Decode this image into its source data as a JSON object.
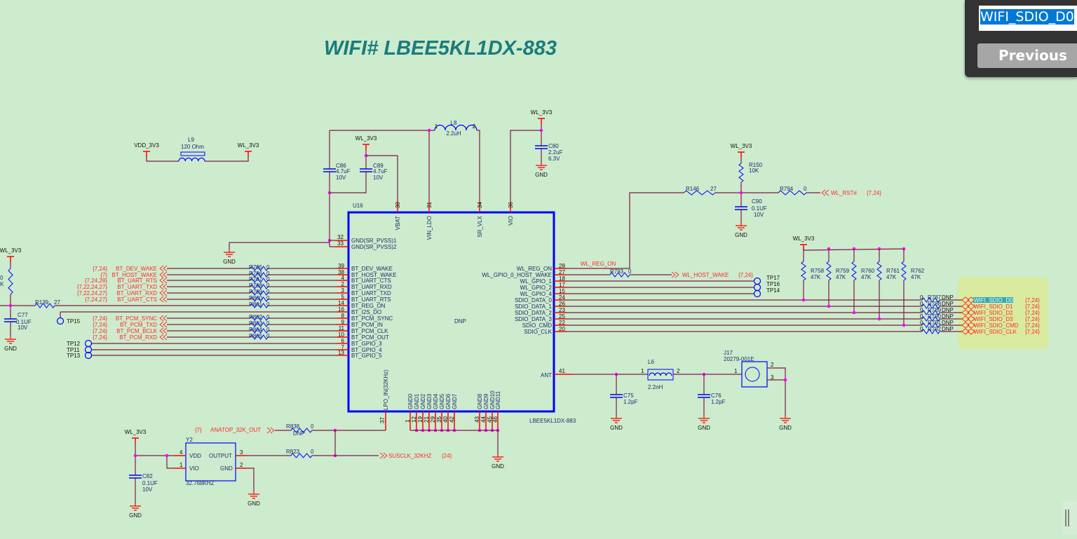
{
  "title": "WIFI# LBEE5KL1DX-883",
  "search": {
    "value": "WIFI_SDIO_D0",
    "previous_label": "Previous"
  },
  "colors": {
    "background": "#cdebcd",
    "wire": "#7b1c45",
    "pin": "#ff0000",
    "component": "#0000ff",
    "junction": "#ff00ff",
    "net_label": "#ff2a2a",
    "highlight_region": "#d8eb9e",
    "search_highlight": "#0078d7"
  },
  "u16": {
    "ref": "U16",
    "part": "LBEE5KL1DX-883",
    "dnp": "DNP",
    "top_pins": [
      {
        "num": "30",
        "name": "VBAT"
      },
      {
        "num": "31",
        "name": "VIN_LDO"
      },
      {
        "num": "34",
        "name": "SR_VLX"
      },
      {
        "num": "36",
        "name": "VIO"
      }
    ],
    "gnd_pins": [
      {
        "num": "32",
        "name": "GND(SR_PVSS)1"
      },
      {
        "num": "33",
        "name": "GND(SR_PVSS)2"
      }
    ],
    "left_pins": [
      {
        "num": "39",
        "name": "BT_DEV_WAKE",
        "net": "BT_DEV_WAKE",
        "sheets": "{7,24}",
        "ref": "R795",
        "val": "0"
      },
      {
        "num": "38",
        "name": "BT_HOST_WAKE",
        "net": "BT_HOST_WAKE",
        "sheets": "{7}",
        "ref": "R796",
        "val": "0"
      },
      {
        "num": "4",
        "name": "BT_UART_CTS",
        "net": "BT_UART_RTS",
        "sheets": "{7,24,28}",
        "ref": "R797",
        "val": "0"
      },
      {
        "num": "2",
        "name": "BT_UART_RXD",
        "net": "BT_UART_TXD",
        "sheets": "{7,22,24,27}",
        "ref": "R798",
        "val": "0"
      },
      {
        "num": "3",
        "name": "BT_UART_TXD",
        "net": "BT_UART_RXD",
        "sheets": "{7,22,24,27}",
        "ref": "R799",
        "val": "0"
      },
      {
        "num": "5",
        "name": "BT_UART_RTS",
        "net": "BT_UART_CTS",
        "sheets": "{7,24,27}",
        "ref": "R800",
        "val": "0"
      },
      {
        "num": "14",
        "name": "BT_REG_ON",
        "ref": "R801",
        "val": "0"
      },
      {
        "num": "16",
        "name": "BT_I2S_DO",
        "tp": "TP15"
      },
      {
        "num": "8",
        "name": "BT_PCM_SYNC",
        "net": "BT_PCM_SYNC",
        "sheets": "{7,24}",
        "ref": "R802",
        "val": "0"
      },
      {
        "num": "9",
        "name": "BT_PCM_IN",
        "net": "BT_PCM_TXD",
        "sheets": "{7,24}",
        "ref": "R803",
        "val": "0"
      },
      {
        "num": "11",
        "name": "BT_PCM_CLK",
        "net": "BT_PCM_BCLK",
        "sheets": "{7,24}",
        "ref": "R804",
        "val": "0"
      },
      {
        "num": "10",
        "name": "BT_PCM_OUT",
        "net": "BT_PCM_RXD",
        "sheets": "{7,24}",
        "ref": "R805",
        "val": "0"
      },
      {
        "num": "6",
        "name": "BT_GPIO_3",
        "tp": "TP12"
      },
      {
        "num": "7",
        "name": "BT_GPIO_4",
        "tp": "TP11"
      },
      {
        "num": "13",
        "name": "BT_GPIO_5",
        "tp": "TP13"
      }
    ],
    "right_pins": [
      {
        "num": "28",
        "name": "WL_REG_ON",
        "net": "WL_REG_ON"
      },
      {
        "num": "27",
        "name": "WL_GPIO_0_HOST_WAKE",
        "net": "WL_HOST_WAKE",
        "sheets": "{7,24}",
        "ref": "R793",
        "val": "0"
      },
      {
        "num": "18",
        "name": "WL_GPIO_1",
        "tp": "TP17"
      },
      {
        "num": "17",
        "name": "WL_GPIO_2",
        "tp": "TP16"
      },
      {
        "num": "15",
        "name": "WL_GPIO_4",
        "tp": "TP14"
      },
      {
        "num": "24",
        "name": "SDIO_DATA_0",
        "net": "WIFI_SDIO_D0",
        "sheets": "{7,24}",
        "ref": "R787",
        "val": "0",
        "dnp": "DNP"
      },
      {
        "num": "26",
        "name": "SDIO_DATA_1",
        "net": "WIFI_SDIO_D1",
        "sheets": "{7,24}",
        "ref": "R788",
        "val": "0",
        "dnp": "DNP"
      },
      {
        "num": "23",
        "name": "SDIO_DATA_2",
        "net": "WIFI_SDIO_D2",
        "sheets": "{7,24}",
        "ref": "R789",
        "val": "0",
        "dnp": "DNP"
      },
      {
        "num": "25",
        "name": "SDIO_DATA_3",
        "net": "WIFI_SDIO_D3",
        "sheets": "{7,24}",
        "ref": "R790",
        "val": "0",
        "dnp": "DNP"
      },
      {
        "num": "22",
        "name": "SDIO_CMD",
        "net": "WIFI_SDIO_CMD",
        "sheets": "{7,24}",
        "ref": "R791",
        "val": "0",
        "dnp": "DNP"
      },
      {
        "num": "20",
        "name": "SDIO_CLK",
        "net": "WIFI_SDIO_CLK",
        "sheets": "{7,24}",
        "ref": "R792",
        "val": "0",
        "dnp": "DNP"
      }
    ],
    "lpo_pin": {
      "num": "37",
      "name": "LPO_IN(32KHz)"
    },
    "bottom_gnd_pins": [
      {
        "num": "1",
        "name": "GND0"
      },
      {
        "num": "12",
        "name": "GND1"
      },
      {
        "num": "19",
        "name": "GND2"
      },
      {
        "num": "21",
        "name": "GND3"
      },
      {
        "num": "29",
        "name": "GND4"
      },
      {
        "num": "35",
        "name": "GND5"
      },
      {
        "num": "40",
        "name": "GND6"
      },
      {
        "num": "42",
        "name": "GND7"
      },
      {
        "num": "43",
        "name": "GND8"
      },
      {
        "num": "44",
        "name": "GND9"
      },
      {
        "num": "45",
        "name": "GND10"
      },
      {
        "num": "46",
        "name": "GND11"
      }
    ],
    "ant_pin": {
      "num": "41",
      "name": "ANT"
    }
  },
  "pullups": [
    {
      "ref": "R758",
      "val": "47K"
    },
    {
      "ref": "R759",
      "val": "47K"
    },
    {
      "ref": "R760",
      "val": "47K"
    },
    {
      "ref": "R761",
      "val": "47K"
    },
    {
      "ref": "R762",
      "val": "47K"
    }
  ],
  "parts": {
    "l9": {
      "ref": "L9",
      "val": "120 Ohm",
      "in": "VDD_3V3",
      "out": "WL_3V3"
    },
    "c86": {
      "ref": "C86",
      "val": "4.7uF",
      "volt": "10V"
    },
    "c89": {
      "ref": "C89",
      "val": "4.7uF",
      "volt": "10V"
    },
    "l8": {
      "ref": "L8",
      "val": "2.2uH",
      "p1": "1",
      "p2": "2"
    },
    "c80": {
      "ref": "C80",
      "val": "2.2uF",
      "volt": "6.3V"
    },
    "r150": {
      "ref": "R150",
      "val": "10K"
    },
    "r146": {
      "ref": "R146",
      "val": "27"
    },
    "r794": {
      "ref": "R794",
      "val": "0"
    },
    "wl_rst": {
      "net": "WL_RST#",
      "sheets": "{7,24}"
    },
    "c90": {
      "ref": "C90",
      "val": "0.1UF",
      "volt": "10V"
    },
    "left_res": {
      "val": "0",
      "unit": "K"
    },
    "r139": {
      "ref": "R139",
      "val": "27"
    },
    "c77": {
      "ref": "C77",
      "val": "0.1UF",
      "volt": "10V"
    },
    "y2": {
      "ref": "Y2",
      "freq": "32.768KHZ",
      "vdd": "VDD",
      "vio": "VIO",
      "output": "OUTPUT",
      "gnd": "GND",
      "p_vdd": "4",
      "p_vio": "1",
      "p_out": "3",
      "p_gnd": "2"
    },
    "c82": {
      "ref": "C82",
      "val": "0.1UF",
      "volt": "10V"
    },
    "r838": {
      "ref": "R838",
      "val": "0",
      "dnp": "DNP"
    },
    "anatop": {
      "net": "ANATOP_32K_OUT",
      "sheets": "{7}"
    },
    "r823": {
      "ref": "R823",
      "val": "0"
    },
    "susclk": {
      "net": "SUSCLK_32KHZ",
      "sheets": "{24}"
    },
    "l6": {
      "ref": "L6",
      "val": "2.2nH",
      "p1": "1",
      "p2": "2"
    },
    "c75": {
      "ref": "C75",
      "val": "1.2pF"
    },
    "c76": {
      "ref": "C76",
      "val": "1.2pF"
    },
    "j17": {
      "ref": "J17",
      "part": "20279-001E",
      "p1": "1",
      "p2": "2",
      "p3": "3"
    }
  },
  "power": {
    "wl_3v3": "WL_3V3",
    "gnd": "GND"
  }
}
